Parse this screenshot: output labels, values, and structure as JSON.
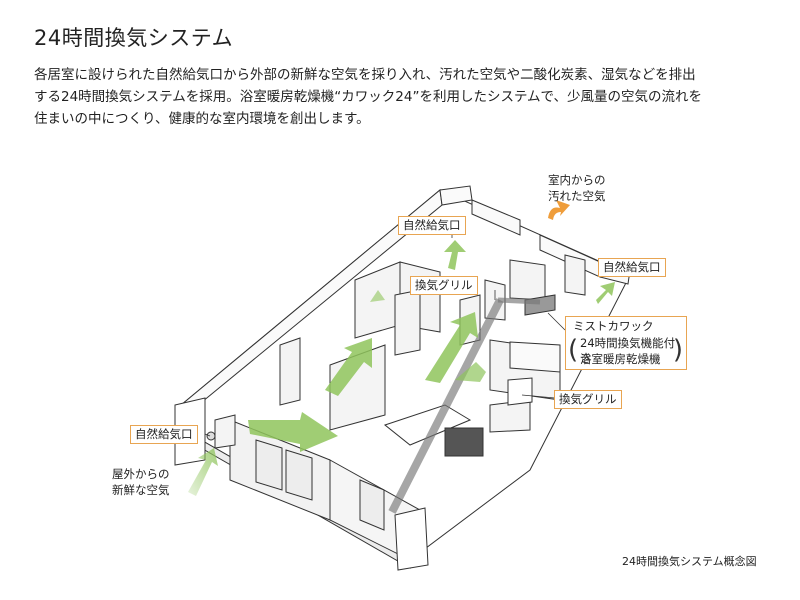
{
  "title": "24時間換気システム",
  "description": [
    "各居室に設けられた自然給気口から外部の新鮮な空気を採り入れ、汚れた空気や二酸化炭素、湿気などを排出",
    "する24時間換気システムを採用。浴室暖房乾燥機“カワック24”を利用したシステムで、少風量の空気の流れを",
    "住まいの中につくり、健康的な室内環境を創出します。"
  ],
  "labels": {
    "natural_inlet": "自然給気口",
    "exhaust_grille": "換気グリル",
    "indoor_dirty_air_line1": "室内からの",
    "indoor_dirty_air_line2": "汚れた空気",
    "outdoor_fresh_air_line1": "屋外からの",
    "outdoor_fresh_air_line2": "新鮮な空気",
    "mist_kawack": "ミストカワック",
    "mist_spec_line1": "24時間換気機能付き",
    "mist_spec_line2": "浴室暖房乾燥機",
    "bracket_left": "(",
    "bracket_right": ")"
  },
  "caption": "24時間換気システム概念図",
  "colors": {
    "label_border": "#e8a552",
    "fresh_air_arrow": "#8fc45c",
    "exhaust_arrow": "#ef9d3a",
    "duct": "#777777",
    "line": "#333333"
  }
}
